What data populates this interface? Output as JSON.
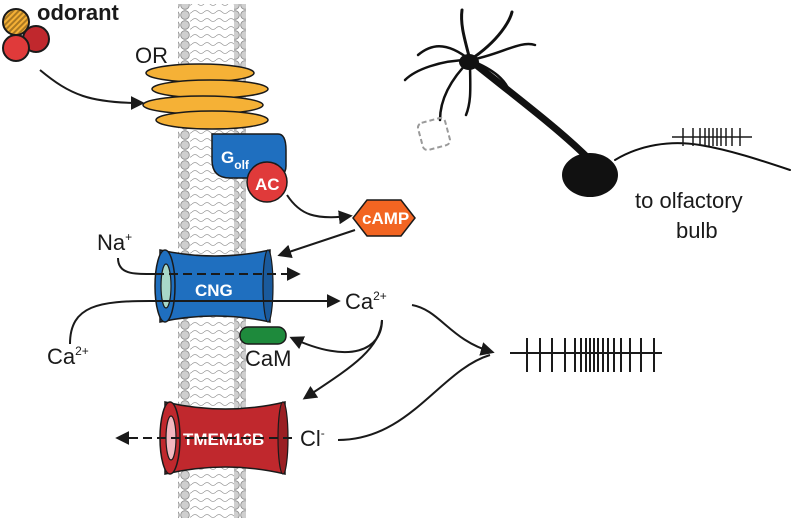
{
  "labels": {
    "odorant": "odorant",
    "or": "OR",
    "g_main": "G",
    "g_sub": "olf",
    "ac": "AC",
    "camp": "cAMP",
    "na_base": "Na",
    "na_sup": "+",
    "cng": "CNG",
    "ca_left_base": "Ca",
    "ca_left_sup": "2+",
    "ca_right_base": "Ca",
    "ca_right_sup": "2+",
    "cam": "CaM",
    "tmem": "TMEM16B",
    "cl_base": "Cl",
    "cl_sup": "-",
    "bulb_line1": "to olfactory",
    "bulb_line2": "bulb"
  },
  "colors": {
    "orange": "#f5b136",
    "blue": "#1f6fbf",
    "red": "#e03a3a",
    "darkred": "#c0282d",
    "camp": "#f26522",
    "green": "#1e8a3c",
    "membrane": "#bdbdbd"
  }
}
